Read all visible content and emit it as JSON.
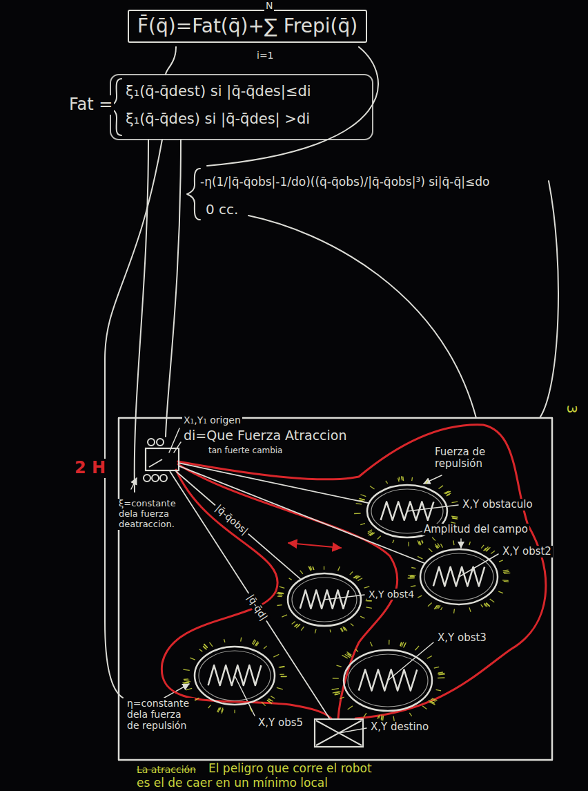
{
  "diagram": {
    "nodes": [
      {
        "text": [
          "F̄(q̄)=Fat(q̄)+∑ Frepi(q̄)"
        ]
      },
      {
        "text": [
          "X₁,Y₁ origen"
        ]
      },
      {
        "text": [
          "X,Y obstaculo"
        ]
      },
      {
        "text": [
          "X,Y obst4"
        ]
      },
      {
        "text": [
          "X,Y obst2"
        ]
      },
      {
        "text": [
          "X,Y obs5"
        ]
      },
      {
        "text": [
          "X,Y obst3"
        ]
      },
      {
        "text": [
          "X,Y destino"
        ]
      }
    ],
    "edges": [
      {
        "from": 1,
        "to": 2,
        "arrow": "none"
      },
      {
        "from": 1,
        "to": 3,
        "arrow": "none",
        "label": "|q̄-q̄obs|"
      },
      {
        "from": 1,
        "to": 4,
        "arrow": "none"
      },
      {
        "from": 1,
        "to": 7,
        "arrow": "none",
        "label": "|q̄-q̄d|"
      }
    ],
    "labels": [
      "N",
      "i=1",
      "Fat =",
      "ξ₁(q̄-q̄dest) si |q̄-q̄des|≤di",
      "ξ₁(q̄-q̄des) si |q̄-q̄des| >di",
      "-η(1/|q̄-q̄obs|-1/do)((q̄-q̄obs)/|q̄-q̄obs|³) si|q̄-q̄|≤do",
      "0 cc.",
      "3",
      "2 H",
      "di=Que Fuerza Atraccion",
      "tan fuerte cambia",
      "ξ=constante dela fuerza deatraccion.",
      "Fuerza de repulsión",
      "Amplitud del campo",
      "η=constante dela fuerza de repulsión",
      "La atracción",
      "El peligro que corre el robot",
      "es el de caer en un mínimo local"
    ]
  }
}
